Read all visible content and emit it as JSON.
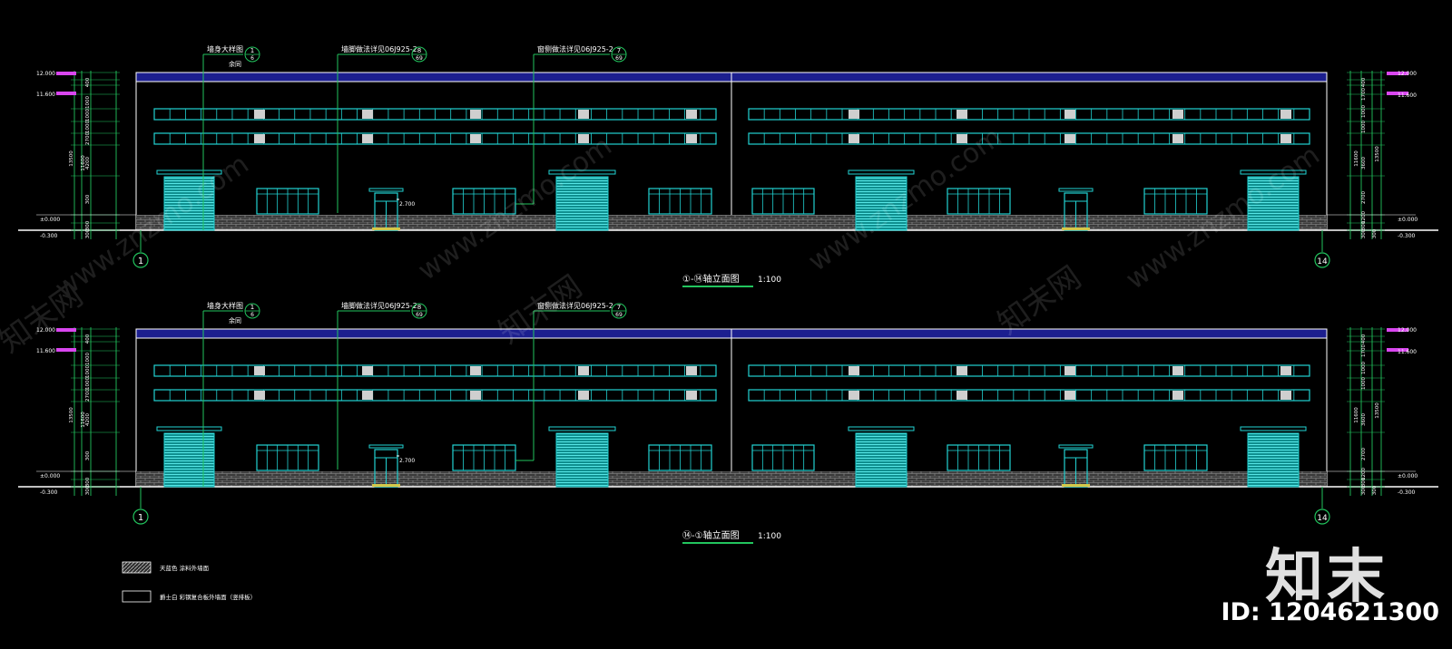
{
  "elevations": [
    {
      "title": "①-⑭轴立面图",
      "scale": "1:100",
      "axis_left": "1",
      "axis_right": "14"
    },
    {
      "title": "⑭-①轴立面图",
      "scale": "1:100",
      "axis_left": "1",
      "axis_right": "14"
    }
  ],
  "callouts": [
    {
      "text": "墙身大样图",
      "sub": "余同",
      "num": "1",
      "den": "6"
    },
    {
      "text": "墙脚做法详见06J925-2",
      "num": "8",
      "den": "69"
    },
    {
      "text": "窗侧做法详见06J925-2",
      "num": "7",
      "den": "69"
    }
  ],
  "levels": {
    "roof": "12.000",
    "eave": "11.600",
    "ground": "±0.000",
    "outdoor": "-0.300",
    "door_head": "2.700"
  },
  "left_dims": [
    "300",
    "400",
    "1000",
    "1000",
    "1000",
    "2700",
    "4200",
    "300",
    "300"
  ],
  "left_totals": [
    "13500",
    "11600"
  ],
  "right_dims": [
    "300",
    "400",
    "1700",
    "1000",
    "1000",
    "3600",
    "2700",
    "1200",
    "300",
    "300"
  ],
  "right_totals": [
    "11600",
    "13500"
  ],
  "legend": [
    {
      "label": "天蓝色 涂料外墙面"
    },
    {
      "label": "爵士白 彩钢复合板外墙面（竖排板）"
    }
  ],
  "watermark": {
    "brand": "知末",
    "id": "ID: 1204621300",
    "url": "www.znzmo.com",
    "site": "知末网"
  },
  "colors": {
    "background": "#000000",
    "line": "#ffffff",
    "cyan": "#22d3d3",
    "green": "#22c55e",
    "blue_band": "#1c1f8f",
    "magenta": "#d946ef",
    "brick": "#8a8a8a"
  }
}
